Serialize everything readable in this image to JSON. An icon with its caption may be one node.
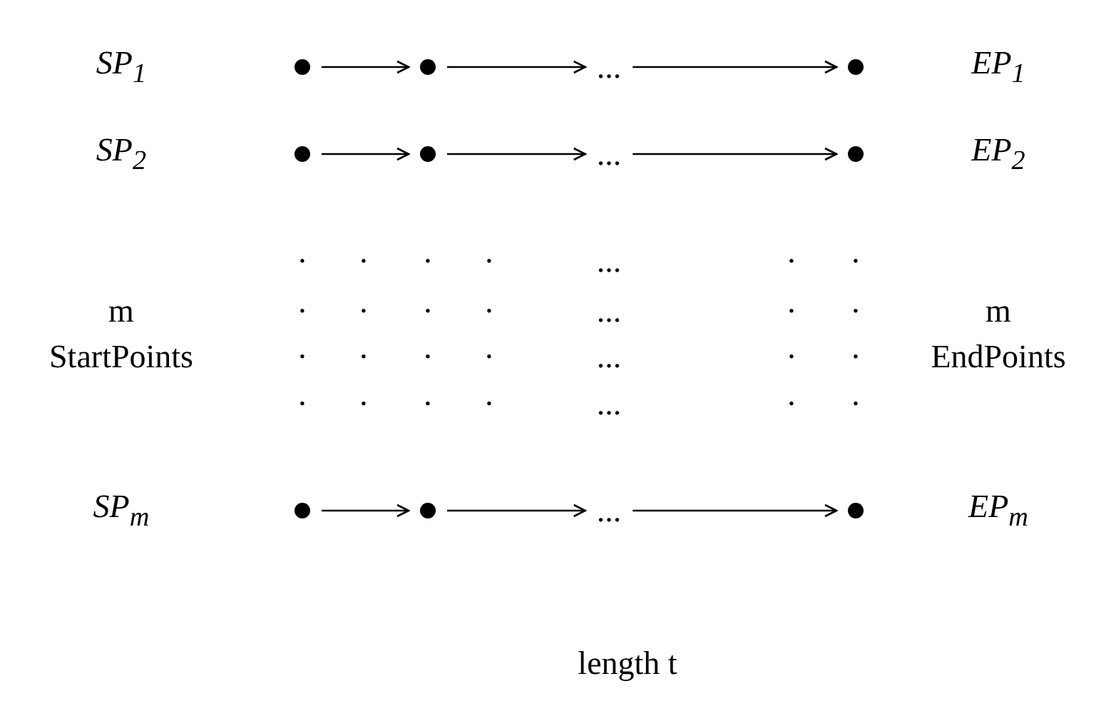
{
  "diagram": {
    "nodes": [
      {
        "text": [],
        "shape": "circle"
      },
      {
        "text": [],
        "shape": "circle"
      },
      {
        "text": [
          "..."
        ]
      },
      {
        "text": [],
        "shape": "circle"
      },
      {
        "text": [],
        "shape": "circle"
      },
      {
        "text": [],
        "shape": "circle"
      },
      {
        "text": [
          "..."
        ]
      },
      {
        "text": [],
        "shape": "circle"
      },
      {
        "text": [],
        "shape": "circle"
      },
      {
        "text": [],
        "shape": "circle"
      },
      {
        "text": [
          "..."
        ]
      },
      {
        "text": [],
        "shape": "circle"
      }
    ],
    "edges": [
      {
        "from": 0,
        "to": 1,
        "arrow": "to"
      },
      {
        "from": 1,
        "to": 2,
        "arrow": "to"
      },
      {
        "from": 2,
        "to": 3,
        "arrow": "to"
      },
      {
        "from": 4,
        "to": 5,
        "arrow": "to"
      },
      {
        "from": 5,
        "to": 6,
        "arrow": "to"
      },
      {
        "from": 6,
        "to": 7,
        "arrow": "to"
      },
      {
        "from": 8,
        "to": 9,
        "arrow": "to"
      },
      {
        "from": 9,
        "to": 10,
        "arrow": "to"
      },
      {
        "from": 10,
        "to": 11,
        "arrow": "to"
      }
    ],
    "labels": [
      "SP$_{1}$",
      "EP$_{1}$",
      "SP$_{2}$",
      "EP$_{2}$",
      "·",
      "·",
      "·",
      "·",
      "...",
      "·",
      "·",
      "m",
      "·",
      "·",
      "·",
      "·",
      "...",
      "·",
      "·",
      "m",
      "StartPoints",
      "·",
      "·",
      "·",
      "·",
      "...",
      "·",
      "·",
      "EndPoints",
      "·",
      "·",
      "·",
      "·",
      "...",
      "·",
      "·",
      "SP$_{m}$",
      "EP$_{m}$",
      "length t"
    ]
  }
}
